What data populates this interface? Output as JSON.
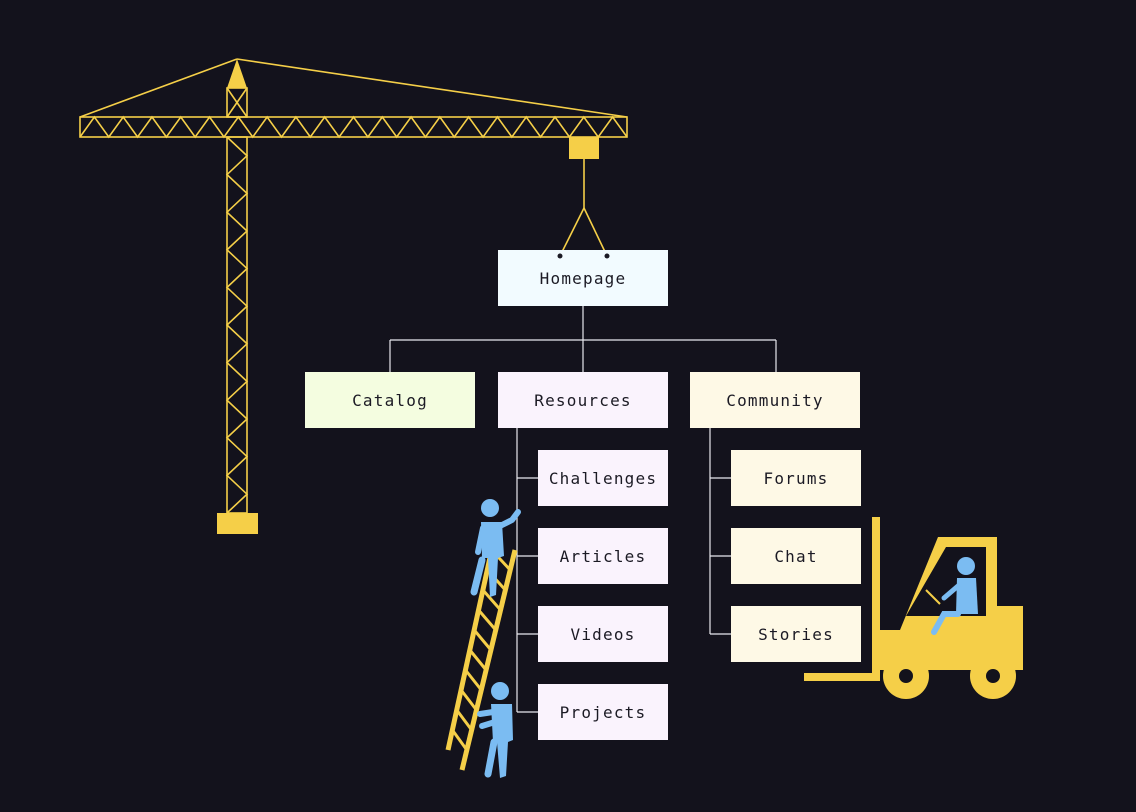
{
  "sitemap": {
    "root": {
      "label": "Homepage"
    },
    "branches": [
      {
        "label": "Catalog",
        "children": []
      },
      {
        "label": "Resources",
        "children": [
          "Challenges",
          "Articles",
          "Videos",
          "Projects"
        ]
      },
      {
        "label": "Community",
        "children": [
          "Forums",
          "Chat",
          "Stories"
        ]
      }
    ]
  },
  "colors": {
    "background": "#13121c",
    "crane": "#f5cf48",
    "forklift": "#f5cf48",
    "ladder": "#f5cf48",
    "worker": "#7bbcf2",
    "connector": "#e8e8ee",
    "root_fill": "#f2fbff",
    "catalog_fill": "#f4fde0",
    "resources_fill": "#faf3fd",
    "community_fill": "#fef9e6"
  },
  "icons": [
    "tower-crane-icon",
    "ladder-icon",
    "worker-icon",
    "forklift-icon"
  ]
}
